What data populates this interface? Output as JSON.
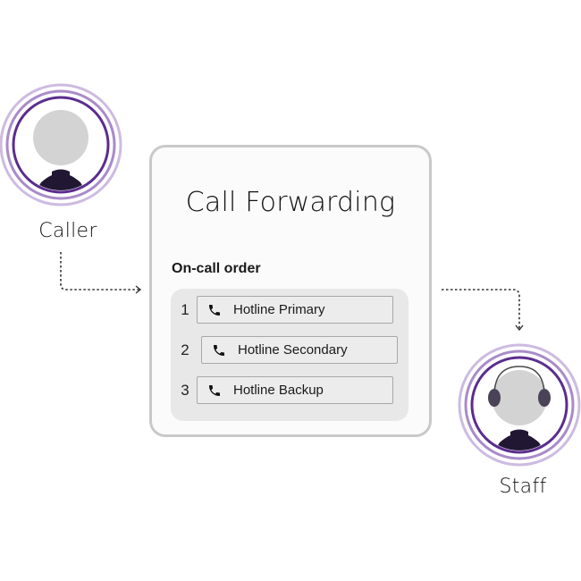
{
  "card": {
    "title": "Call Forwarding",
    "section_label": "On-call order",
    "items": [
      {
        "order": "1",
        "icon": "phone-icon",
        "label": "Hotline Primary"
      },
      {
        "order": "2",
        "icon": "phone-icon",
        "label": "Hotline Secondary"
      },
      {
        "order": "3",
        "icon": "phone-icon",
        "label": "Hotline Backup"
      }
    ]
  },
  "caller": {
    "label": "Caller",
    "icon": "person-avatar-icon"
  },
  "staff": {
    "label": "Staff",
    "icon": "headset-agent-avatar-icon"
  },
  "colors": {
    "ring_outer": "#c9b6dc",
    "ring_middle": "#a98bc9",
    "ring_inner": "#5b2d8e",
    "head": "#d3d3d3",
    "body": "#221733",
    "card_border": "#c9c9c9",
    "list_bg": "#e8e8e8"
  }
}
